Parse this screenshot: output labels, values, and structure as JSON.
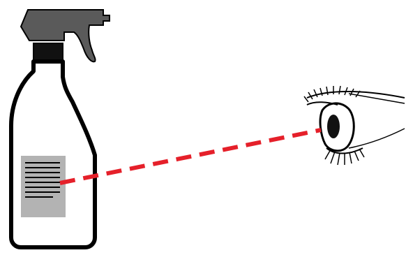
{
  "illustration": {
    "objects": [
      {
        "name": "spray-bottle",
        "icon": "spray-bottle-icon"
      },
      {
        "name": "label",
        "icon": "label-lines-icon"
      },
      {
        "name": "eye",
        "icon": "eye-icon"
      },
      {
        "name": "sight-line",
        "icon": "dashed-line-icon"
      }
    ]
  },
  "colors": {
    "outline": "#000000",
    "trigger_head": "#5a5a5a",
    "neck": "#111111",
    "label": "#b3b3b3",
    "sight_line": "#e5202a",
    "background": "#ffffff"
  }
}
